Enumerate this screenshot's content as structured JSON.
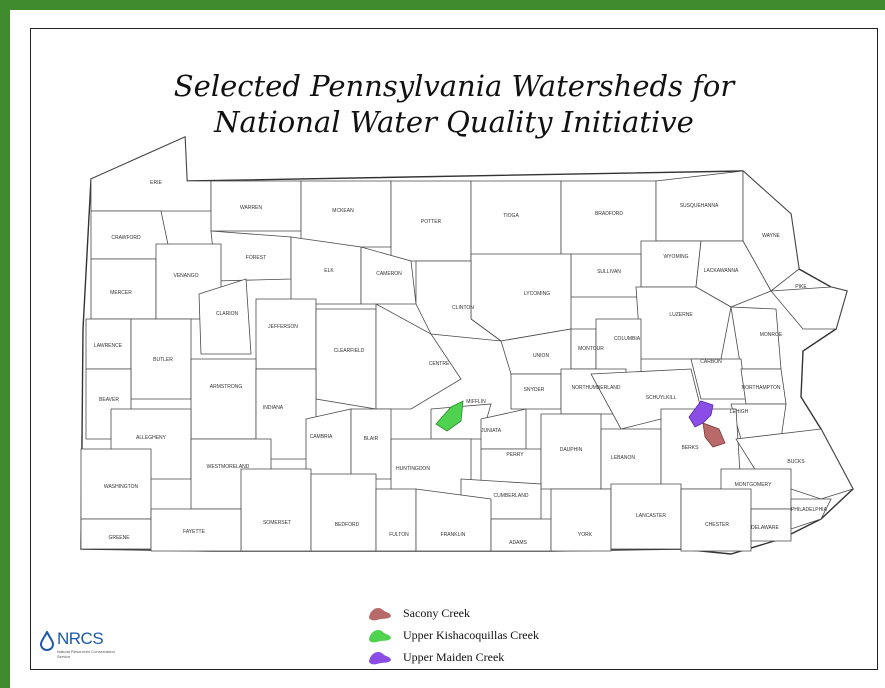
{
  "title_line1": "Selected Pennsylvania Watersheds for",
  "title_line2": "National Water Quality Initiative",
  "counties": [
    "ERIE",
    "WARREN",
    "MCKEAN",
    "POTTER",
    "TIOGA",
    "BRADFORD",
    "SUSQUEHANNA",
    "WAYNE",
    "CRAWFORD",
    "FOREST",
    "ELK",
    "CAMERON",
    "WYOMING",
    "LACKAWANNA",
    "PIKE",
    "MERCER",
    "VENANGO",
    "SULLIVAN",
    "LYCOMING",
    "CLINTON",
    "CLARION",
    "JEFFERSON",
    "LUZERNE",
    "LAWRENCE",
    "BUTLER",
    "CLEARFIELD",
    "CENTRE",
    "UNION",
    "MONTOUR",
    "COLUMBIA",
    "MONROE",
    "CARBON",
    "BEAVER",
    "ARMSTRONG",
    "INDIANA",
    "SNYDER",
    "NORTHUMBERLAND",
    "SCHUYLKILL",
    "NORTHAMPTON",
    "LEHIGH",
    "MIFFLIN",
    "ALLEGHENY",
    "CAMBRIA",
    "BLAIR",
    "JUNIATA",
    "PERRY",
    "DAUPHIN",
    "LEBANON",
    "BERKS",
    "BUCKS",
    "WESTMORELAND",
    "HUNTINGDON",
    "CUMBERLAND",
    "MONTGOMERY",
    "WASHINGTON",
    "SOMERSET",
    "BEDFORD",
    "FULTON",
    "FRANKLIN",
    "ADAMS",
    "YORK",
    "LANCASTER",
    "CHESTER",
    "DELAWARE",
    "PHILADELPHIA",
    "GREENE",
    "FAYETTE"
  ],
  "legend": [
    {
      "label": "Sacony Creek",
      "color": "#b86a6a"
    },
    {
      "label": "Upper Kishacoquillas Creek",
      "color": "#4fd24f"
    },
    {
      "label": "Upper Maiden Creek",
      "color": "#8a4de6"
    }
  ],
  "logo": {
    "text": "NRCS",
    "sub": "Natural Resources Conservation Service"
  },
  "colors": {
    "border": "#3f8a2c",
    "logo": "#1d5aa6"
  }
}
